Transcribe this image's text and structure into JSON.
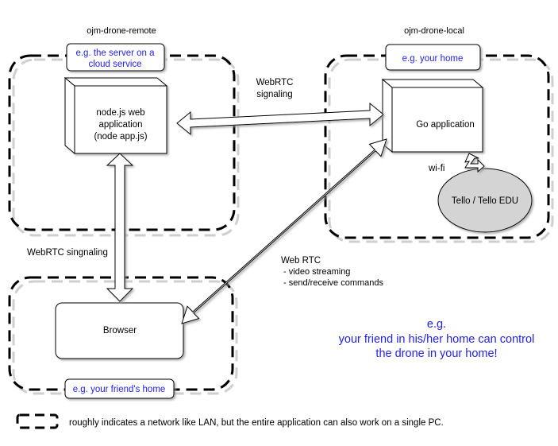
{
  "zones": {
    "remote": {
      "title": "ojm-drone-remote",
      "example": [
        "e.g. the server on a",
        "cloud service"
      ]
    },
    "local": {
      "title": "ojm-drone-local",
      "example": [
        "e.g. your home"
      ]
    },
    "browser_zone": {
      "example": [
        "e.g. your friend's home"
      ]
    }
  },
  "nodes": {
    "nodejs": [
      "node.js web",
      "application",
      "(node app.js)"
    ],
    "go_app": [
      "Go application"
    ],
    "tello": [
      "Tello / Tello EDU"
    ],
    "browser": [
      "Browser"
    ]
  },
  "edges": {
    "webrtc_signaling_top": [
      "WebRTC",
      "signaling"
    ],
    "webrtc_signaling_left": [
      "WebRTC singnaling"
    ],
    "wifi": [
      "wi-fi"
    ],
    "web_rtc": [
      "Web RTC",
      " - video streaming",
      " - send/receive commands"
    ]
  },
  "note": [
    "e.g.",
    "your friend in his/her home can control",
    "the drone in your home!"
  ],
  "legend": {
    "text": "roughly indicates a network like LAN, but the entire application can also work on a single PC."
  },
  "colors": {
    "note_text": "#2222ee",
    "example_text": "#2222ee",
    "tello_fill": "#d4d4d4",
    "shadow": "#bdbdbd"
  }
}
